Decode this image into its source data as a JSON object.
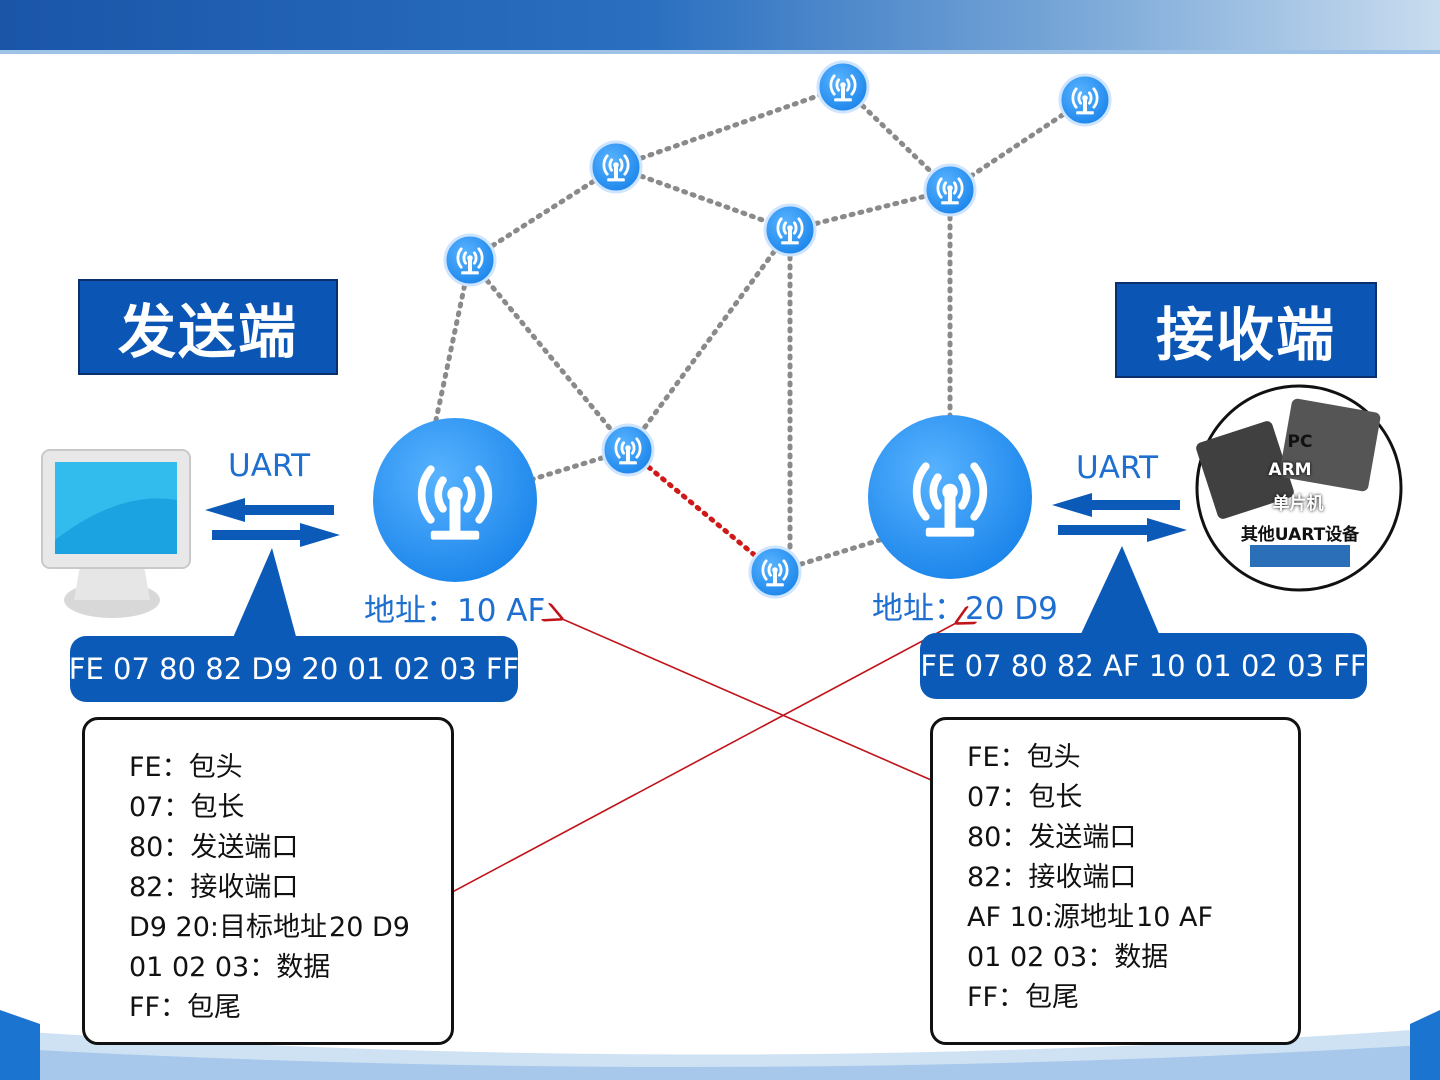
{
  "sender": {
    "title": "发送端",
    "uart_label": "UART",
    "address": "地址：10 AF",
    "packet": "FE 07 80 82 D9 20 01 02 03 FF",
    "legend": [
      {
        "text": "FE：包头"
      },
      {
        "text": "07：包长"
      },
      {
        "text": "80：发送端口"
      },
      {
        "text": "82：接收端口"
      },
      {
        "text": "D9 20:目标地址",
        "highlight": "20 D9"
      },
      {
        "text": "01 02 03：数据"
      },
      {
        "text": "FF：包尾"
      }
    ]
  },
  "receiver": {
    "title": "接收端",
    "uart_label": "UART",
    "address": "地址：20 D9",
    "packet": "FE 07 80 82 AF 10 01 02 03 FF",
    "legend": [
      {
        "text": "FE：包头"
      },
      {
        "text": "07：包长"
      },
      {
        "text": "80：发送端口"
      },
      {
        "text": "82：接收端口"
      },
      {
        "text": "AF 10:源地址",
        "highlight": "10 AF"
      },
      {
        "text": "01 02 03：数据"
      },
      {
        "text": "FF：包尾"
      }
    ],
    "device_labels": [
      "PC",
      "ARM",
      "单片机",
      "其他UART设备"
    ]
  },
  "icons": {
    "computer": "monitor-icon",
    "antenna": "antenna-node-icon",
    "chip": "chip-device-icon"
  },
  "colors": {
    "accent_blue": "#1f6fd0",
    "box_blue": "#0c5ab8",
    "link_gray": "#8a8a8a",
    "active_link_red": "#d01818",
    "arrow_red": "#c0141a"
  }
}
